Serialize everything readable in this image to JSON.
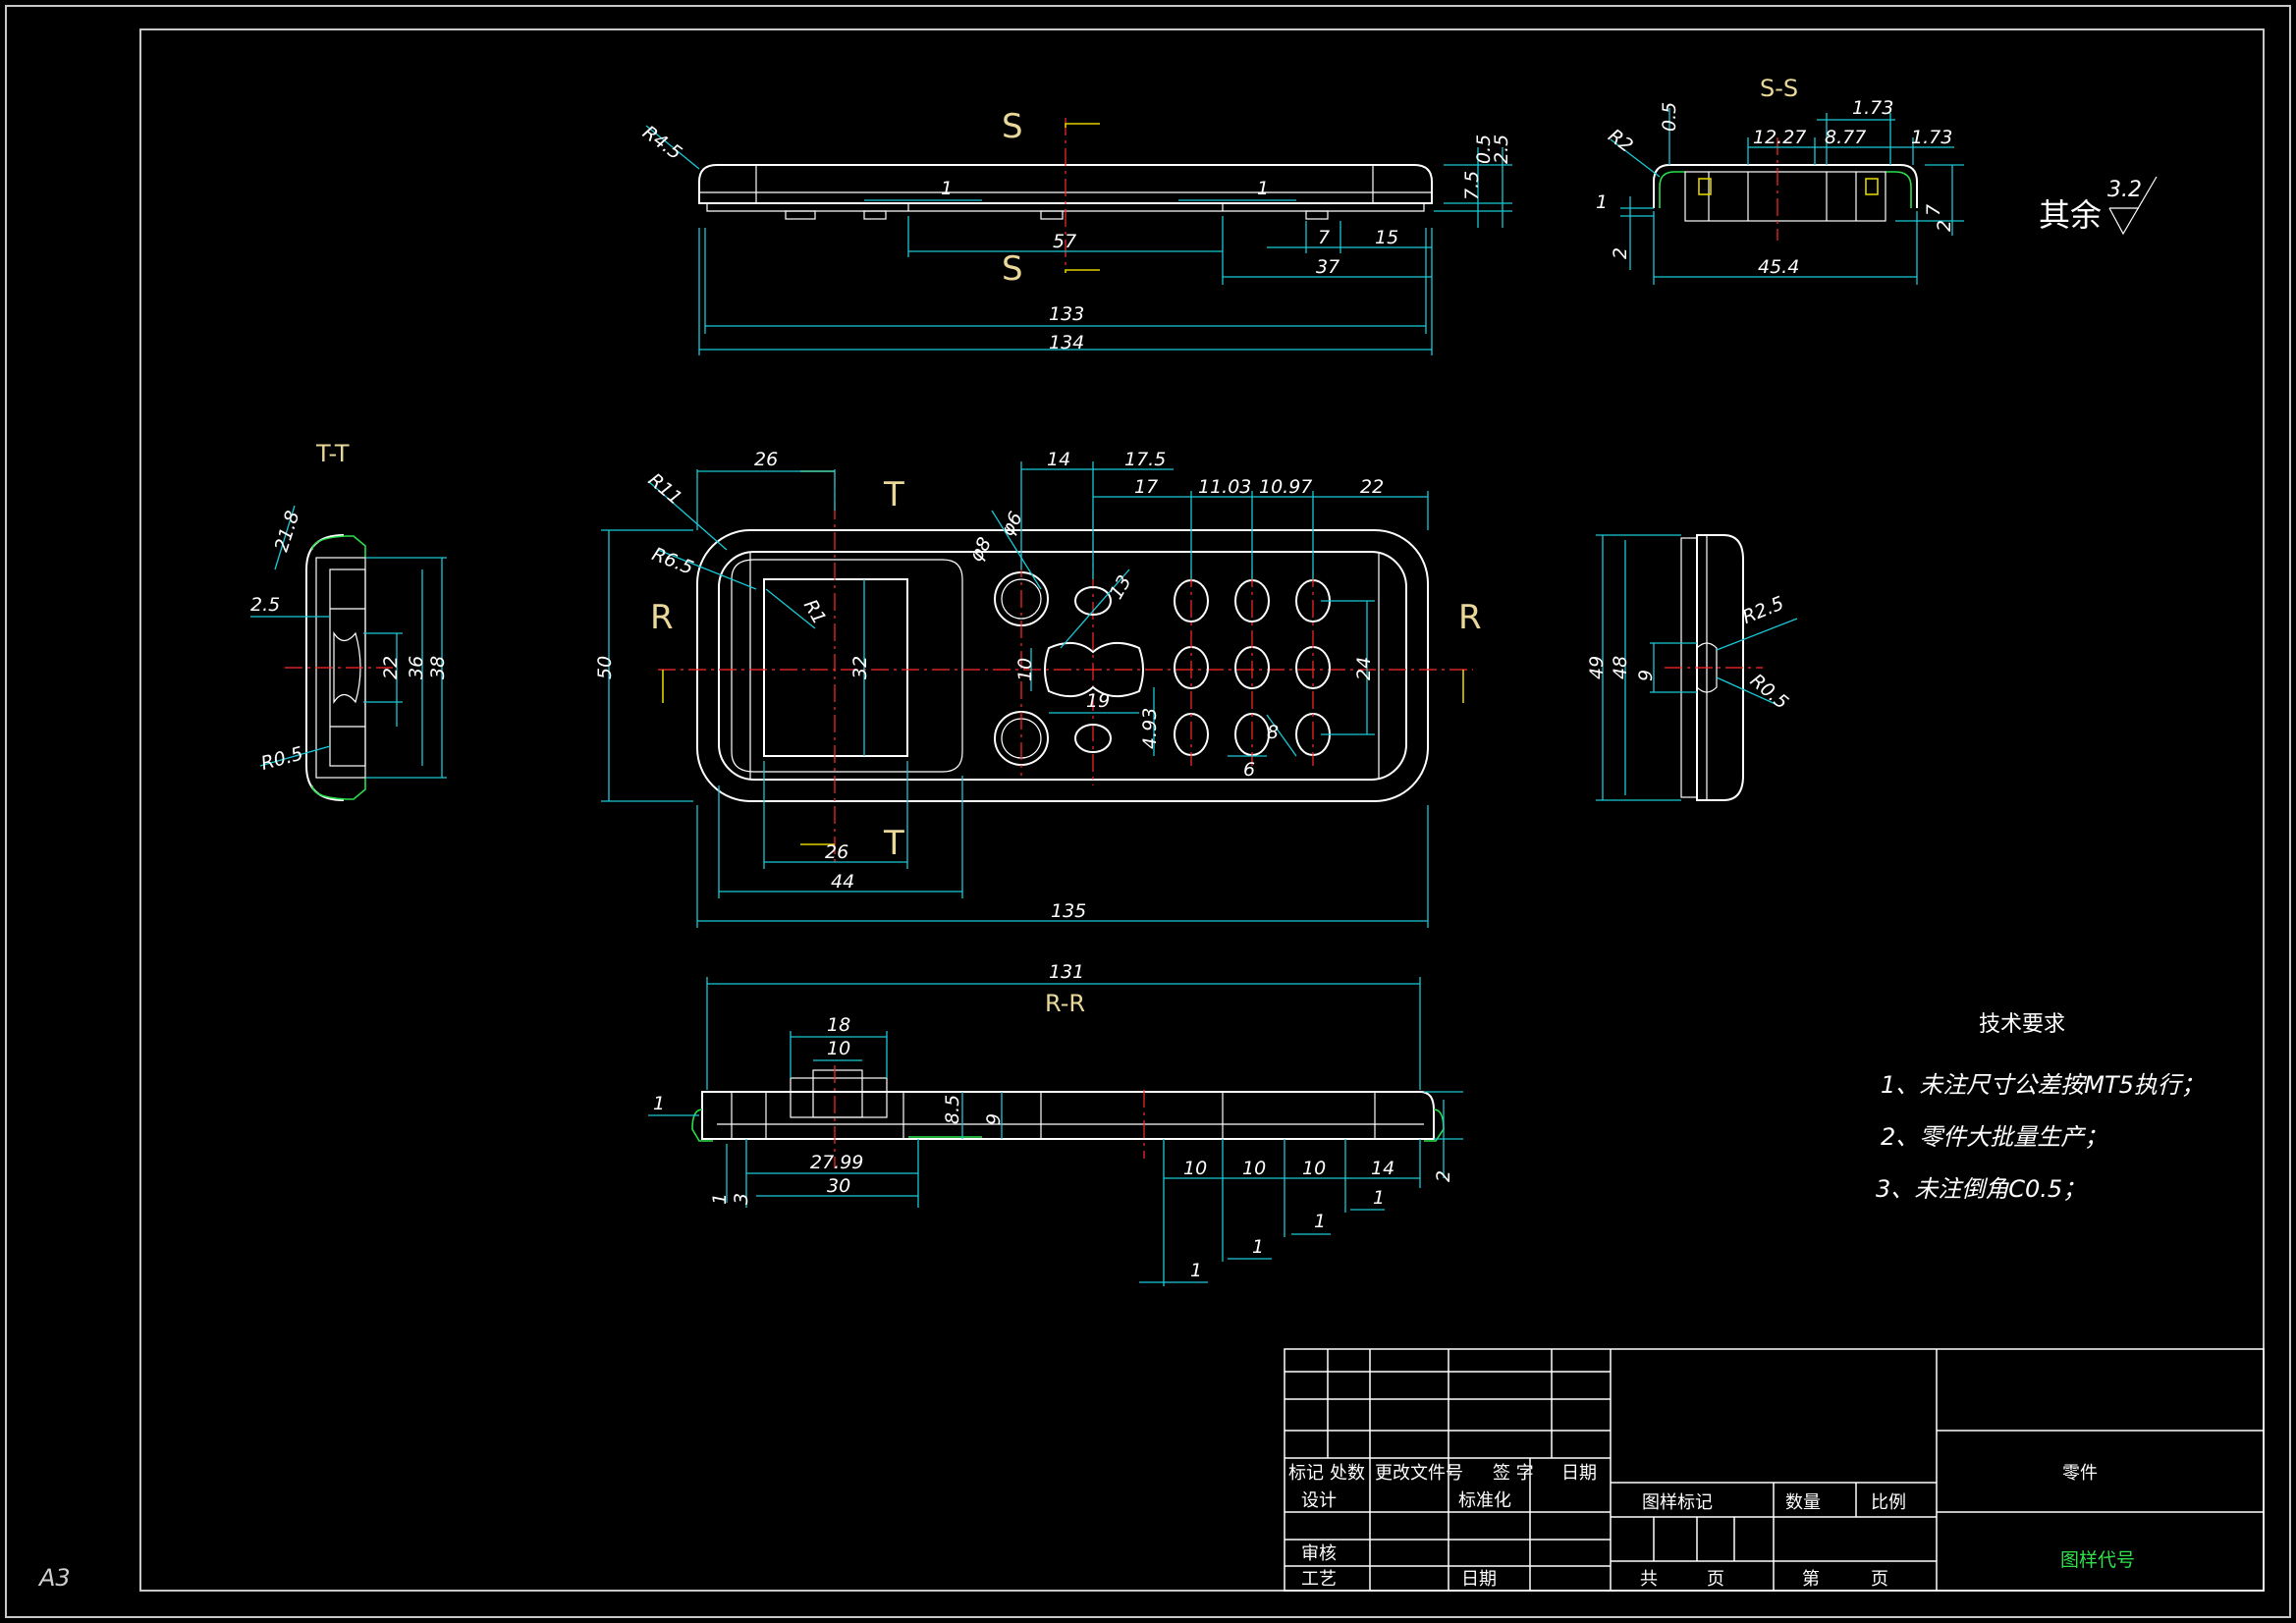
{
  "sheet": {
    "size_label": "A3"
  },
  "views": {
    "top": {
      "section_label": "S",
      "dims": {
        "r45": "R4.5",
        "d1a": "1",
        "d1b": "1",
        "d57": "57",
        "d7": "7",
        "d15": "15",
        "d37": "37",
        "d133": "133",
        "d134": "134",
        "d05": "0.5",
        "d75": "7.5",
        "d25": "2.5"
      }
    },
    "ss": {
      "title": "S-S",
      "dims": {
        "r2": "R2",
        "d05": "0.5",
        "d1": "1",
        "d2a": "2",
        "d1227": "12.27",
        "d877": "8.77",
        "d173a": "1.73",
        "d173b": "1.73",
        "d7": "7",
        "d2b": "2",
        "d454": "45.4"
      }
    },
    "main": {
      "section_r": "R",
      "section_t": "T",
      "dims": {
        "r11": "R11",
        "r65": "R6.5",
        "r1": "R1",
        "d26": "26",
        "d26b": "26",
        "d44": "44",
        "d135": "135",
        "d50": "50",
        "d32": "32",
        "d14": "14",
        "d175": "17.5",
        "d17": "17",
        "d1103": "11.03",
        "d1097": "10.97",
        "d22": "22",
        "d24": "24",
        "d19": "19",
        "d493": "4.93",
        "d10": "10",
        "d8": "8",
        "d6": "6",
        "phi6": "φ6",
        "phi8": "φ8",
        "d13": "13"
      }
    },
    "tt": {
      "title": "T-T",
      "dims": {
        "d218": "21.8",
        "d25": "2.5",
        "d22": "22",
        "d36": "36",
        "d38": "38",
        "r05": "R0.5"
      }
    },
    "side": {
      "dims": {
        "d49": "49",
        "d48": "48",
        "d9": "9",
        "r25": "R2.5",
        "r05": "R0.5"
      }
    },
    "rr": {
      "title": "R-R",
      "dims": {
        "d131": "131",
        "d18": "18",
        "d10": "10",
        "d1": "1",
        "d85": "8.5",
        "d9": "9",
        "d2799": "27.99",
        "d30": "30",
        "d1v": "1",
        "d3": "3",
        "d10a": "10",
        "d10b": "10",
        "d10c": "10",
        "d14": "14",
        "d2": "2",
        "s1a": "1",
        "s1b": "1",
        "s1c": "1",
        "s1d": "1"
      }
    }
  },
  "roughness": {
    "label": "其余",
    "value": "3.2"
  },
  "tech_requirements": {
    "title": "技术要求",
    "items": [
      "1、未注尺寸公差按MT5执行；",
      "2、零件大批量生产；",
      "3、未注倒角C0.5；"
    ]
  },
  "title_block": {
    "headers": [
      "标记",
      "处数",
      "更改文件号",
      "签 字",
      "日期"
    ],
    "design": "设计",
    "standardize": "标准化",
    "review": "审核",
    "process": "工艺",
    "date": "日期",
    "pattern_mark": "图样标记",
    "quantity": "数量",
    "scale": "比例",
    "total": "共",
    "page1": "页",
    "nth": "第",
    "page2": "页",
    "part_name": "零件",
    "drawing_code": "图样代号"
  },
  "colors": {
    "outline": "#ffffff",
    "dimension": "#19c9d8",
    "centerline": "#ff2a2a",
    "section_label": "#e9d89a",
    "highlight": "#28e04a"
  }
}
